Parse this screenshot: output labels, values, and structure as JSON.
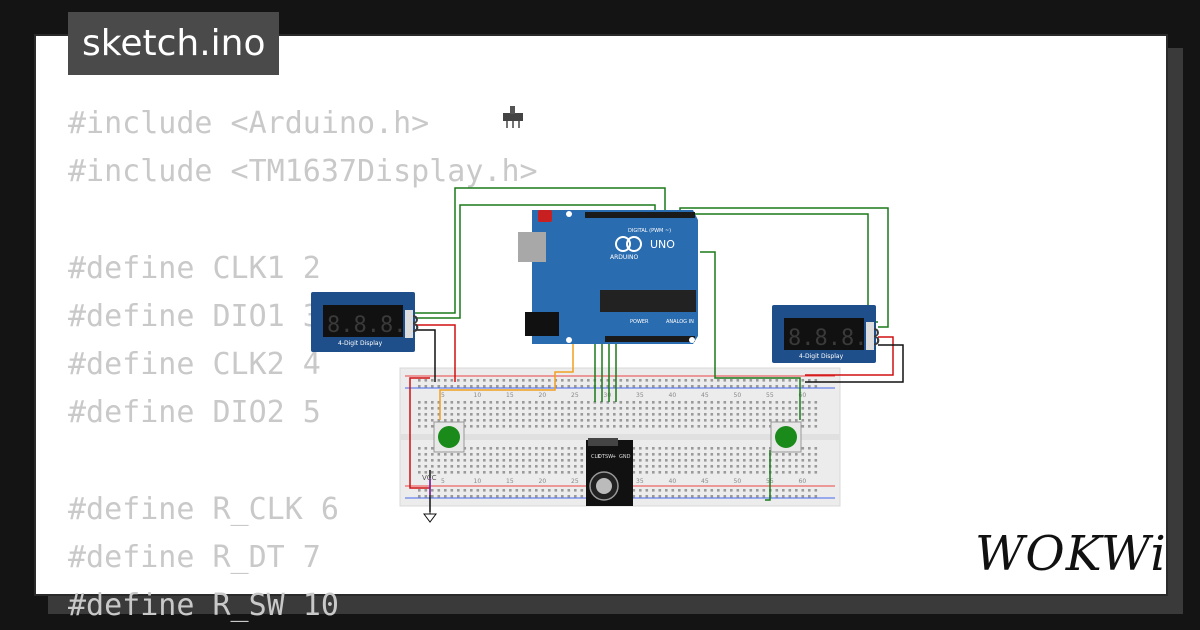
{
  "file_tab": "sketch.ino",
  "code_lines": [
    "#include <Arduino.h>",
    "#include <TM1637Display.h>",
    "",
    "#define CLK1 2",
    "#define DIO1 3",
    "#define CLK2 4",
    "#define DIO2 5",
    "",
    "#define R_CLK 6",
    "#define R_DT 7",
    "#define R_SW 10"
  ],
  "arduino": {
    "label": "UNO",
    "brand": "ARDUINO",
    "digital": "DIGITAL (PWM ~)",
    "power": "POWER",
    "analog": "ANALOG IN"
  },
  "display_left": {
    "label": "4-Digit Display",
    "digits": "8.8.8.8"
  },
  "display_right": {
    "label": "4-Digit Display",
    "digits": "8.8.8.8"
  },
  "encoder": {
    "pins": [
      "CLK",
      "DT",
      "SW",
      "+",
      "GND"
    ]
  },
  "vcc_label": "VCC",
  "breadboard_numbers": [
    "5",
    "10",
    "15",
    "20",
    "25",
    "30",
    "35",
    "40",
    "45",
    "50",
    "55",
    "60"
  ],
  "logo": "WOKWi",
  "colors": {
    "board": "#2a6cb0",
    "wire_green": "#1a7a1a",
    "wire_red": "#d01010",
    "wire_orange": "#f0a020",
    "display": "#1f4f8a"
  }
}
